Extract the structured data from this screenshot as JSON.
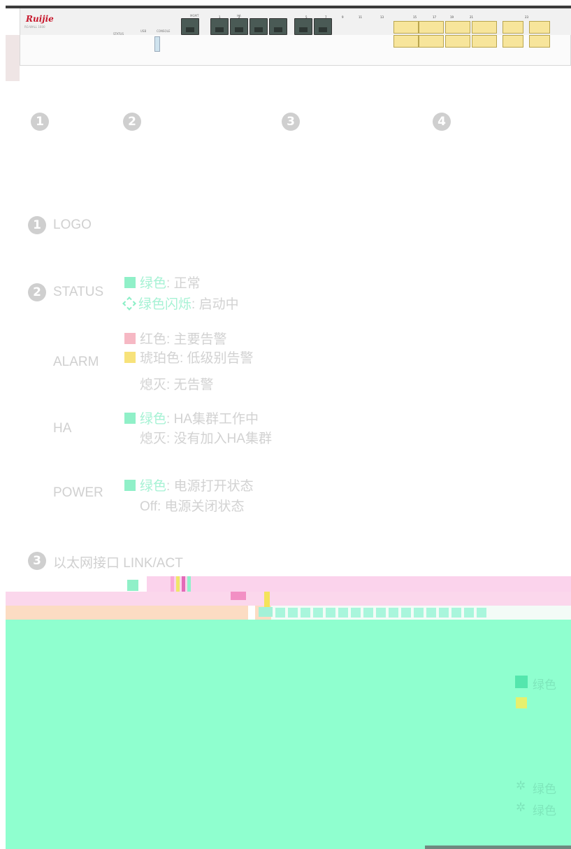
{
  "device": {
    "brand": "Ruijie",
    "model": "RG-WALL 1600",
    "labels": {
      "usb": "USB",
      "console": "CONSOLE",
      "mgmt": "MGMT",
      "ha": "HA",
      "status": "STATUS"
    },
    "port_numbers": [
      "1",
      "2",
      "5",
      "7",
      "9",
      "11",
      "13",
      "15",
      "17",
      "19",
      "21",
      "23"
    ]
  },
  "callouts": [
    "1",
    "2",
    "3",
    "4"
  ],
  "legend": {
    "logo": {
      "num": "1",
      "title": "LOGO"
    },
    "status": {
      "num": "2",
      "title": "STATUS",
      "items": [
        {
          "color_word": "绿色",
          "text": ": 正常"
        },
        {
          "color_word": "绿色闪烁",
          "text": ": 启动中"
        }
      ]
    },
    "alarm": {
      "title": "ALARM",
      "items": [
        {
          "text": "红色: 主要告警"
        },
        {
          "text": "琥珀色: 低级别告警"
        },
        {
          "text": "熄灭: 无告警"
        }
      ]
    },
    "ha": {
      "title": "HA",
      "items": [
        {
          "color_word": "绿色",
          "text": ": HA集群工作中"
        },
        {
          "text": "熄灭: 没有加入HA集群"
        }
      ]
    },
    "power": {
      "title": "POWER",
      "items": [
        {
          "color_word": "绿色",
          "text": ": 电源打开状态"
        },
        {
          "text": "Off: 电源关闭状态"
        }
      ]
    },
    "ethernet": {
      "num": "3",
      "title": "以太网接口 LINK/ACT"
    }
  },
  "right_legend": {
    "green_word": "绿色",
    "blink_1": "绿色",
    "blink_2": "绿色"
  },
  "colors": {
    "green": "#90f0c8",
    "red": "#f6b8c4",
    "amber": "#f7e27a",
    "mint": "#8fffcf",
    "pink": "#fbd3ec",
    "peach": "#fcdcc3",
    "brand_red": "#c7162b"
  }
}
